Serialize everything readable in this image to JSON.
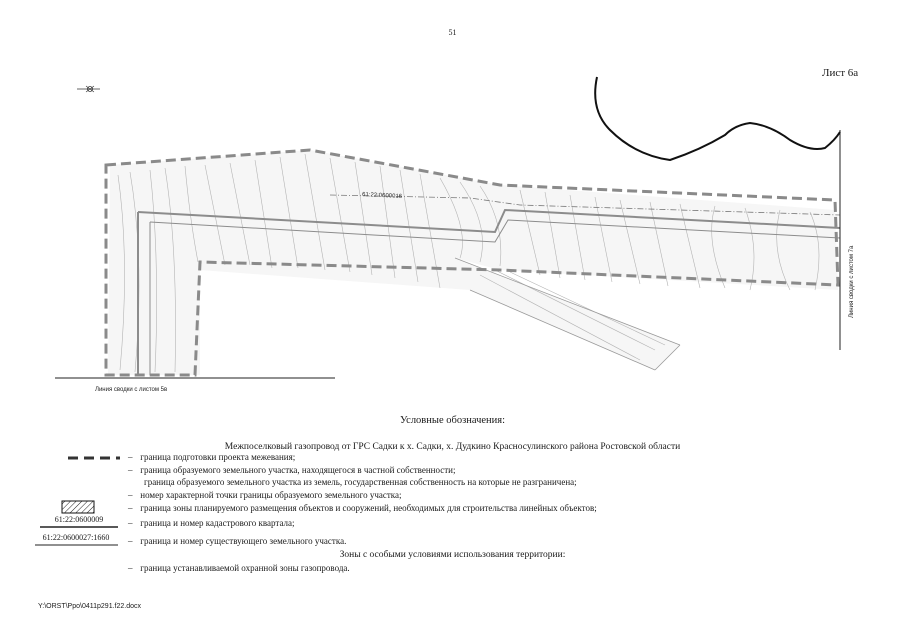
{
  "page": {
    "number": "51",
    "sheet_label": "Лист 6а",
    "footer_path": "Y:\\ORST\\Ppo\\0411p291.f22.docx"
  },
  "map": {
    "match_line_left": "Линия сводки с листом 5в",
    "match_line_right": "Линия сводки с листом 7а",
    "cadastral_quarter_label": "61:22:0600016",
    "colors": {
      "survey_boundary": "#8a8a8a",
      "quarter_boundary": "#7a7a7a",
      "pipeline": "#888888",
      "isolines": "#b0b0b0",
      "protection_zone": "#111111"
    }
  },
  "legend": {
    "title": "Условные обозначения:",
    "project": "Межпоселковый газопровод от ГРС Садки к х. Садки, х. Дудкино Красносулинского района Ростовской области",
    "dash": "–",
    "items": [
      {
        "text": "граница подготовки проекта межевания;"
      },
      {
        "text": "граница образуемого земельного участка, находящегося в частной собственности;"
      },
      {
        "text": "граница образуемого земельного участка из земель, государственная собственность на которые не разграничена;"
      },
      {
        "text": "номер характерной точки границы образуемого земельного участка;"
      },
      {
        "text": "граница зоны планируемого размещения объектов и сооружений, необходимых для строительства линейных объектов;"
      },
      {
        "text": "граница и номер кадастрового квартала;",
        "symbol_code": "61:22:0600009"
      },
      {
        "text": "граница и номер существующего земельного участка.",
        "symbol_code": "61:22:0600027:1660"
      }
    ],
    "zones_title": "Зоны с особыми условиями использования территории:",
    "zones_items": [
      {
        "text": "граница устанавливаемой охранной зоны газопровода."
      }
    ]
  }
}
